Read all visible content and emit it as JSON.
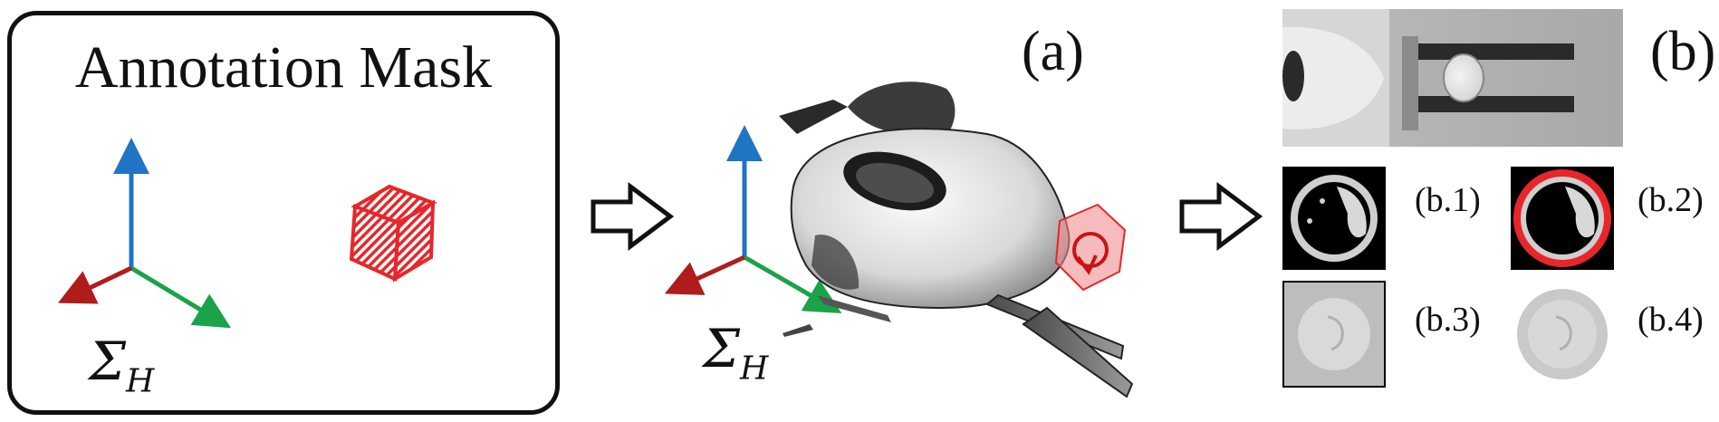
{
  "mask_panel": {
    "title": "Annotation Mask",
    "frame_symbol": "Σ",
    "frame_subscript": "H"
  },
  "scene_panel": {
    "label": "(a)",
    "frame_symbol": "Σ",
    "frame_subscript": "H"
  },
  "crop_panel": {
    "label": "(b)",
    "sub_labels": [
      "(b.1)",
      "(b.2)",
      "(b.3)",
      "(b.4)"
    ]
  },
  "colors": {
    "x_axis": "#b01c1c",
    "y_axis": "#1aa34a",
    "z_axis": "#1f74c4",
    "annotation": "#e8262a",
    "outline": "#111111"
  },
  "icons": [
    "axes-icon",
    "hatched-cube-icon",
    "right-arrow-icon",
    "gripper-point-cloud",
    "camera-image"
  ]
}
